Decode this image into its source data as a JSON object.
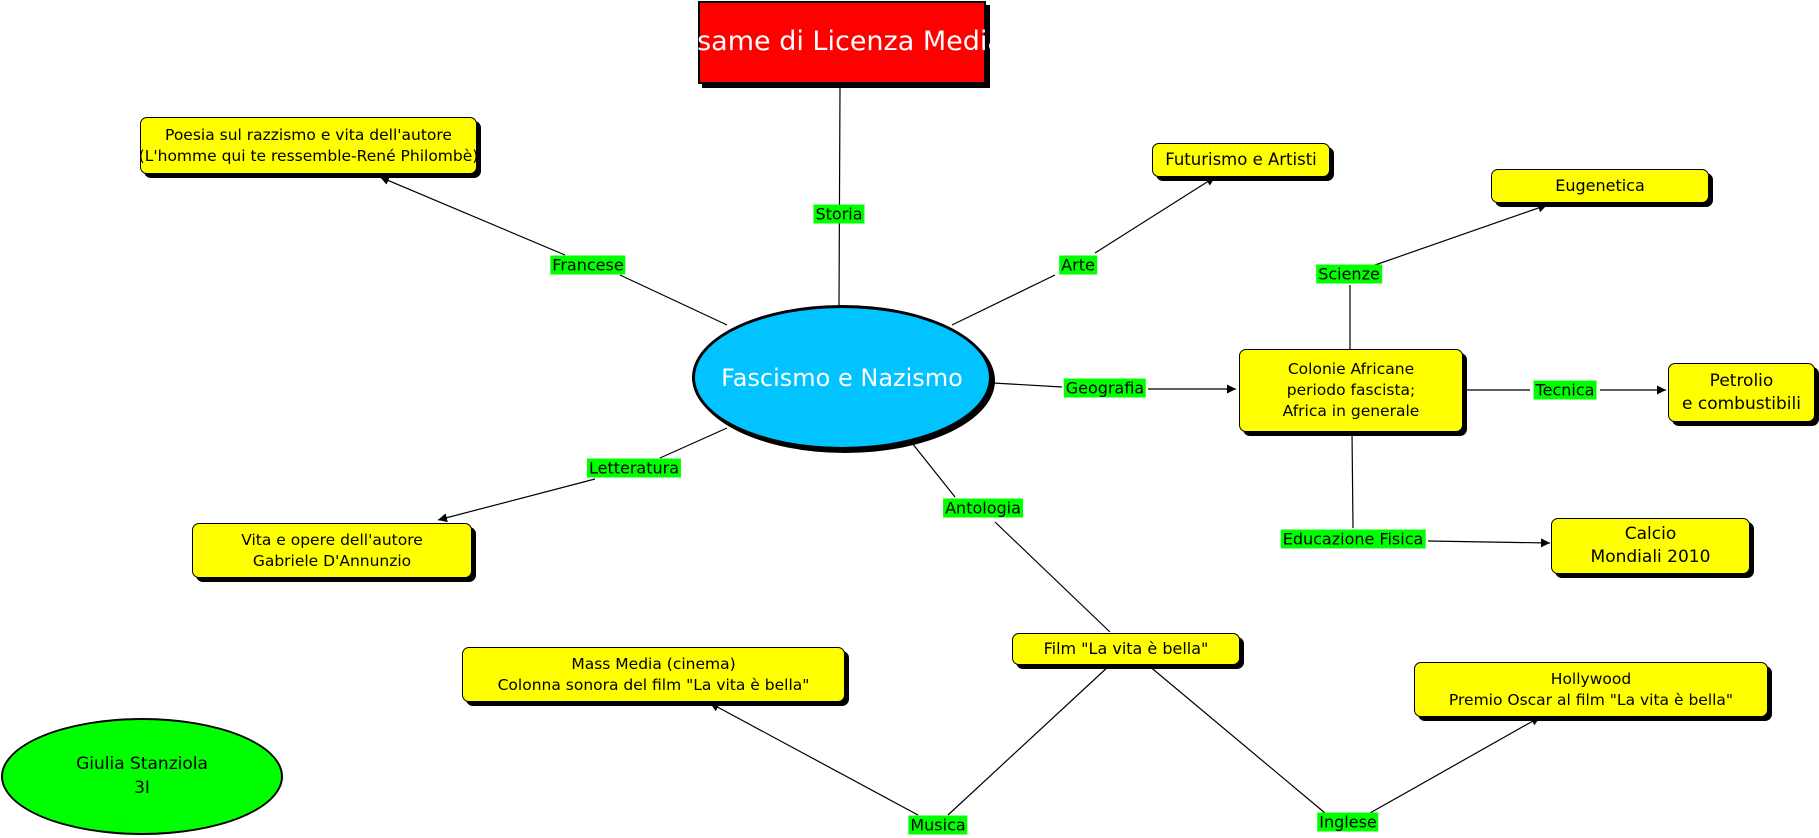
{
  "title": "Esame di Licenza Media",
  "central": "Fascismo e Nazismo",
  "author": {
    "name": "Giulia Stanziola",
    "class": "3I"
  },
  "nodes": {
    "francese": [
      "Poesia sul razzismo e vita dell'autore",
      "(L'homme qui te ressemble-René Philombè)"
    ],
    "letteratura": [
      "Vita e opere dell'autore",
      "Gabriele D'Annunzio"
    ],
    "arte": [
      "Futurismo e Artisti"
    ],
    "eugenetica": [
      "Eugenetica"
    ],
    "colonie": [
      "Colonie Africane",
      "periodo fascista;",
      "Africa in generale"
    ],
    "petrolio": [
      "Petrolio",
      "e combustibili"
    ],
    "calcio": [
      "Calcio",
      "Mondiali 2010"
    ],
    "film": [
      "Film \"La vita è bella\""
    ],
    "massmedia": [
      "Mass Media (cinema)",
      "Colonna sonora del film \"La vita è bella\""
    ],
    "hollywood": [
      "Hollywood",
      "Premio Oscar al film \"La vita è bella\""
    ]
  },
  "labels": {
    "storia": "Storia",
    "francese": "Francese",
    "arte": "Arte",
    "scienze": "Scienze",
    "geografia": "Geografia",
    "tecnica": "Tecnica",
    "letteratura": "Letteratura",
    "antologia": "Antologia",
    "educazione_fisica": "Educazione Fisica",
    "musica": "Musica",
    "inglese": "Inglese"
  },
  "colors": {
    "concept_fill": "#ffff00",
    "title_fill": "#ff0000",
    "central_fill": "#00c3ff",
    "label_fill": "#00ff00",
    "author_fill": "#00ff00"
  }
}
